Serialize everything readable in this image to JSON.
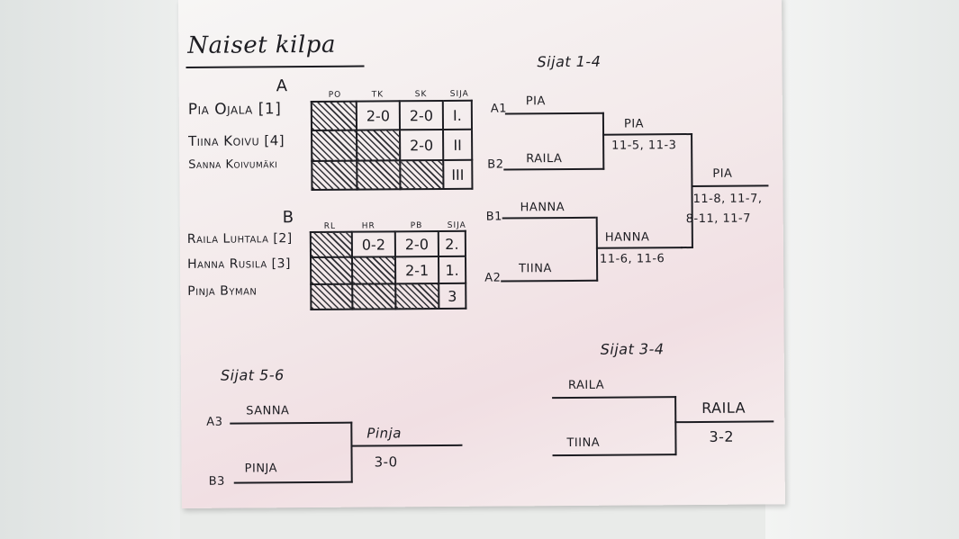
{
  "title": "Naiset kilpa",
  "group_a": {
    "label": "A",
    "columns": [
      "PO",
      "TK",
      "SK",
      "SIJA"
    ],
    "players": [
      "Pia Ojala [1]",
      "Tiina Koivu [4]",
      "Sanna Koivumäki"
    ],
    "cells": [
      [
        "",
        "2-0",
        "2-0",
        "I."
      ],
      [
        "",
        "",
        "2-0",
        "II"
      ],
      [
        "",
        "",
        "",
        "III"
      ]
    ]
  },
  "group_b": {
    "label": "B",
    "columns": [
      "RL",
      "HR",
      "PB",
      "SIJA"
    ],
    "players": [
      "Raila Luhtala [2]",
      "Hanna Rusila [3]",
      "Pinja Byman"
    ],
    "cells": [
      [
        "",
        "0-2",
        "2-0",
        "2."
      ],
      [
        "",
        "",
        "2-1",
        "1."
      ],
      [
        "",
        "",
        "",
        "3"
      ]
    ]
  },
  "bracket_1_4": {
    "title": "Sijat 1-4",
    "semis": [
      {
        "seed_top": "A1",
        "top": "PIA",
        "seed_bottom": "B2",
        "bottom": "RAILA",
        "winner": "PIA",
        "score": "11-5, 11-3"
      },
      {
        "seed_top": "B1",
        "top": "HANNA",
        "seed_bottom": "A2",
        "bottom": "TIINA",
        "winner": "HANNA",
        "score": "11-6, 11-6"
      }
    ],
    "final": {
      "winner": "PIA",
      "score_line1": "11-8, 11-7,",
      "score_line2": "8-11, 11-7"
    }
  },
  "bracket_3_4": {
    "title": "Sijat 3-4",
    "top": "RAILA",
    "bottom": "TIINA",
    "winner": "RAILA",
    "score": "3-2"
  },
  "bracket_5_6": {
    "title": "Sijat 5-6",
    "seed_top": "A3",
    "top": "SANNA",
    "seed_bottom": "B3",
    "bottom": "PINJA",
    "winner": "Pinja",
    "score": "3-0"
  }
}
